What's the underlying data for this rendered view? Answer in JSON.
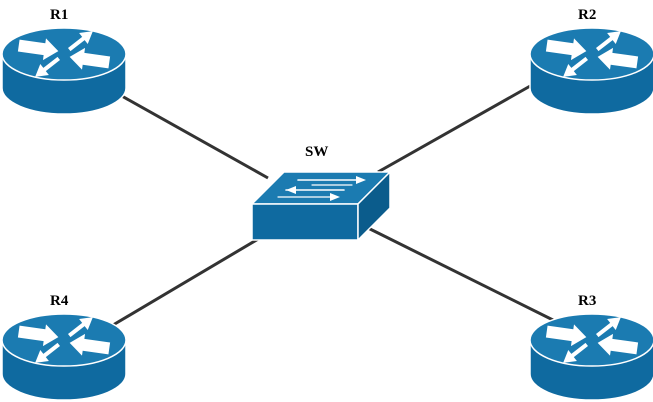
{
  "nodes": {
    "r1": {
      "label": "R1",
      "kind": "router"
    },
    "r2": {
      "label": "R2",
      "kind": "router"
    },
    "r3": {
      "label": "R3",
      "kind": "router"
    },
    "r4": {
      "label": "R4",
      "kind": "router"
    },
    "sw": {
      "label": "SW",
      "kind": "switch"
    }
  },
  "links": [
    [
      "r1",
      "sw"
    ],
    [
      "r2",
      "sw"
    ],
    [
      "r3",
      "sw"
    ],
    [
      "r4",
      "sw"
    ]
  ],
  "colors": {
    "device_top": "#1b7bb1",
    "device_side": "#0f6aa0",
    "device_outline": "#ffffff",
    "link": "#333333",
    "arrow": "#ffffff"
  }
}
